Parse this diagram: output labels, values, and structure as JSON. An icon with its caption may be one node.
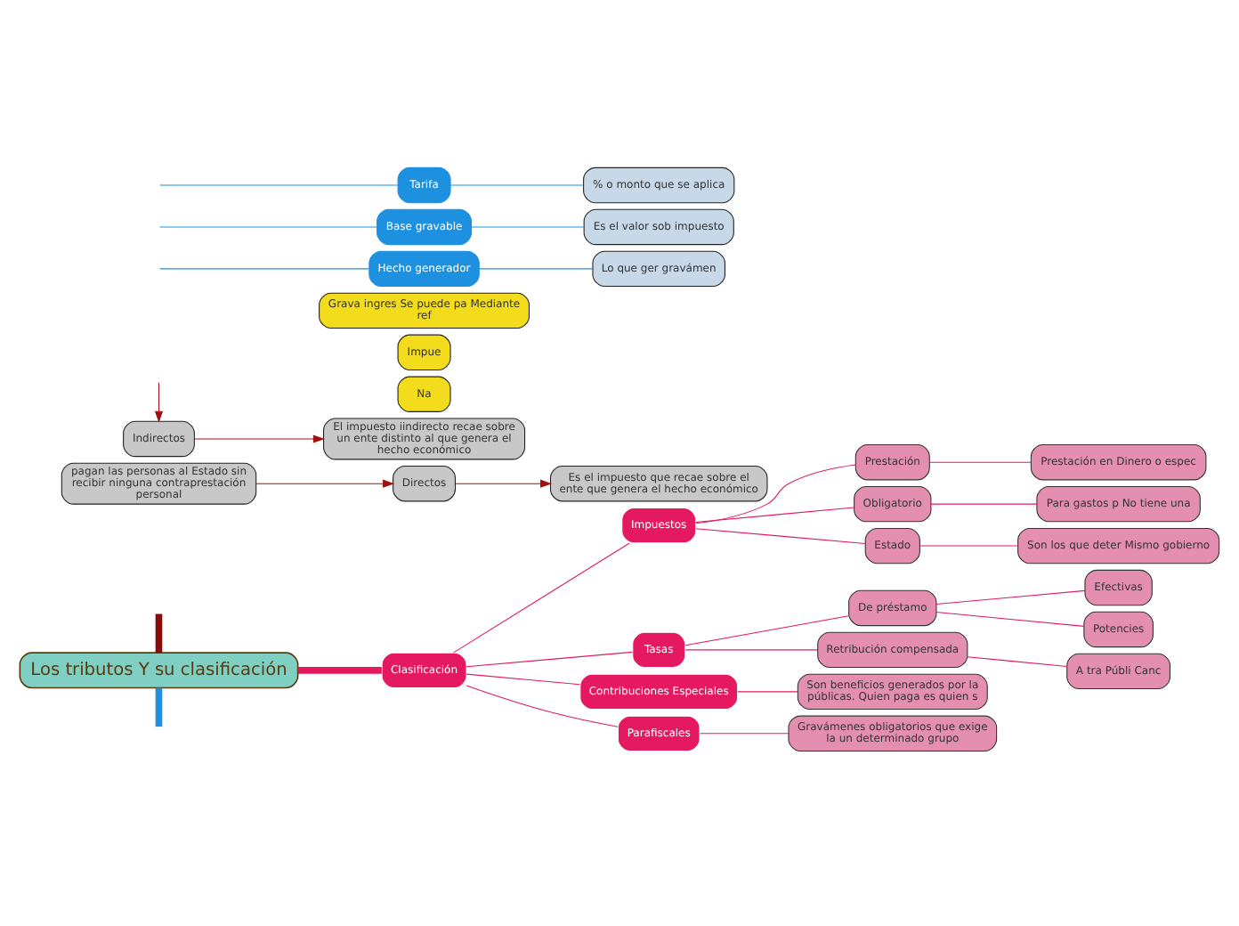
{
  "diagram": {
    "nodes": [
      {
        "text": [
          "Los tributos Y su clasificación"
        ]
      },
      {
        "text": [
          "pagan las personas al Estado sin recibir ninguna contraprestación personal"
        ]
      },
      {
        "text": [
          "Indirectos"
        ]
      },
      {
        "text": [
          "Directos"
        ]
      },
      {
        "text": [
          "El impuesto iindirecto recae sobre un ente distinto al que genera el hecho económico"
        ]
      },
      {
        "text": [
          "Es el impuesto que recae sobre el ente que genera el hecho económico"
        ]
      },
      {
        "text": [
          "Na"
        ]
      },
      {
        "text": [
          "Impue"
        ]
      },
      {
        "text": [
          "Grava ingres Se puede pa Mediante ref"
        ]
      },
      {
        "text": [
          "Clasificación"
        ]
      },
      {
        "text": [
          "Impuestos"
        ]
      },
      {
        "text": [
          "Prestación"
        ]
      },
      {
        "text": [
          "Prestación en Dinero o espec"
        ]
      },
      {
        "text": [
          "Obligatorio"
        ]
      },
      {
        "text": [
          "Para gastos p No tiene una"
        ]
      },
      {
        "text": [
          "Estado"
        ]
      },
      {
        "text": [
          "Son los que deter Mismo gobierno"
        ]
      },
      {
        "text": [
          "Tasas"
        ]
      },
      {
        "text": [
          "De préstamo"
        ]
      },
      {
        "text": [
          "Efectivas"
        ]
      },
      {
        "text": [
          "Potencies"
        ]
      },
      {
        "text": [
          "Retribución compensada"
        ]
      },
      {
        "text": [
          "A tra Públi Canc"
        ]
      },
      {
        "text": [
          "Contribuciones Especiales"
        ]
      },
      {
        "text": [
          "Son beneficios generados por la públicas. Quien paga es quien s"
        ]
      },
      {
        "text": [
          "Parafiscales"
        ]
      },
      {
        "text": [
          "Gravámenes obligatorios que exige la un determinado grupo"
        ]
      },
      {
        "text": [
          "Hecho generador"
        ]
      },
      {
        "text": [
          "Lo que ger gravámen"
        ]
      },
      {
        "text": [
          "Base gravable"
        ]
      },
      {
        "text": [
          "Es el valor sob impuesto"
        ]
      },
      {
        "text": [
          "Tarifa"
        ]
      },
      {
        "text": [
          "% o monto que se aplica"
        ]
      }
    ],
    "edges": [
      {
        "from": 0,
        "to": null,
        "arrow": "none",
        "style": "thick",
        "color": "#1e90e0"
      },
      {
        "from": null,
        "to": 0,
        "arrow": "none",
        "style": "thick",
        "color": "#8b0a0a"
      },
      {
        "from": null,
        "to": 2,
        "arrow": "to",
        "color": "#a01010"
      },
      {
        "from": 1,
        "to": 3,
        "arrow": "to",
        "color": "#a01010"
      },
      {
        "from": 2,
        "to": 4,
        "arrow": "to",
        "color": "#a01010"
      },
      {
        "from": 3,
        "to": 5,
        "arrow": "to",
        "color": "#a01010"
      },
      {
        "from": 0,
        "to": 9,
        "arrow": "none",
        "style": "thick"
      },
      {
        "from": 9,
        "to": 10,
        "arrow": "none"
      },
      {
        "from": 9,
        "to": 17,
        "arrow": "none"
      },
      {
        "from": 9,
        "to": 23,
        "arrow": "none"
      },
      {
        "from": 9,
        "to": 25,
        "arrow": "none"
      },
      {
        "from": 10,
        "to": 11,
        "arrow": "none"
      },
      {
        "from": 10,
        "to": 13,
        "arrow": "none"
      },
      {
        "from": 10,
        "to": 15,
        "arrow": "none"
      },
      {
        "from": 11,
        "to": 12,
        "arrow": "none"
      },
      {
        "from": 13,
        "to": 14,
        "arrow": "none"
      },
      {
        "from": 15,
        "to": 16,
        "arrow": "none"
      },
      {
        "from": 17,
        "to": 18,
        "arrow": "none"
      },
      {
        "from": 17,
        "to": 21,
        "arrow": "none"
      },
      {
        "from": 18,
        "to": 19,
        "arrow": "none"
      },
      {
        "from": 18,
        "to": 20,
        "arrow": "none"
      },
      {
        "from": 21,
        "to": 22,
        "arrow": "none"
      },
      {
        "from": 23,
        "to": 24,
        "arrow": "none"
      },
      {
        "from": 25,
        "to": 26,
        "arrow": "none"
      },
      {
        "from": null,
        "to": 27,
        "arrow": "none",
        "color": "#1e90e0"
      },
      {
        "from": null,
        "to": 29,
        "arrow": "none",
        "color": "#1e90e0"
      },
      {
        "from": null,
        "to": 31,
        "arrow": "none",
        "color": "#1e90e0"
      },
      {
        "from": 27,
        "to": 28,
        "arrow": "none",
        "color": "#1e90e0"
      },
      {
        "from": 29,
        "to": 30,
        "arrow": "none",
        "color": "#1e90e0"
      },
      {
        "from": 31,
        "to": 32,
        "arrow": "none",
        "color": "#1e90e0"
      }
    ]
  }
}
